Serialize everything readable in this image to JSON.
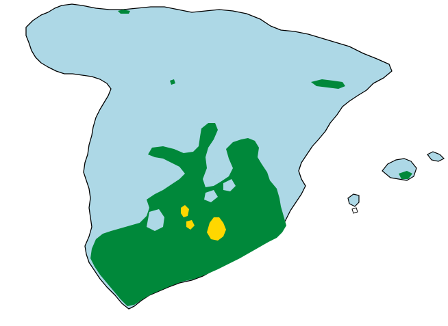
{
  "map": {
    "colors": {
      "background": "#ffffff",
      "class_low": "#add8e6",
      "class_mid": "#00883a",
      "class_high": "#ffd700",
      "coastline": "#000000"
    },
    "regions": [
      {
        "name": "iberian-peninsula",
        "class": "class_low"
      },
      {
        "name": "andalusia-central-zone",
        "class": "class_mid"
      },
      {
        "name": "pyrenees-patch",
        "class": "class_mid"
      },
      {
        "name": "north-coast-patch",
        "class": "class_mid"
      },
      {
        "name": "cordoba-hotspot",
        "class": "class_high"
      },
      {
        "name": "west-hotspot",
        "class": "class_high"
      },
      {
        "name": "mallorca",
        "class": "class_low"
      },
      {
        "name": "mallorca-patch",
        "class": "class_mid"
      },
      {
        "name": "menorca",
        "class": "class_low"
      },
      {
        "name": "ibiza",
        "class": "class_low"
      }
    ]
  }
}
